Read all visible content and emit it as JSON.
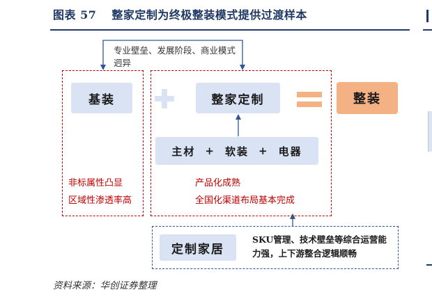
{
  "figure": {
    "label": "图表 57",
    "title": "整家定制为终极整装模式提供过渡样本"
  },
  "top_note": "专业壁垒、发展阶段、商业模式迥异",
  "left": {
    "box": "基装",
    "notes": [
      "非标属性凸显",
      "区域性渗透率高"
    ]
  },
  "middle": {
    "box": "整家定制",
    "components": [
      "主材",
      "软装",
      "电器"
    ],
    "plus": "+",
    "notes": [
      "产品化成熟",
      "全国化渠道布局基本完成"
    ]
  },
  "result": "整装",
  "bottom": {
    "box": "定制家居",
    "note": "SKU管理、技术壁垒等综合运营能力强，上下游整合逻辑顺畅"
  },
  "source": "资料来源：华创证券整理",
  "colors": {
    "title": "#1f3864",
    "pill": "#dae3f3",
    "result": "#f4b183",
    "operator": "#f4b183",
    "red_dash": "#c00000",
    "blue_dash": "#2f5597",
    "arrow": "#2f5597"
  }
}
